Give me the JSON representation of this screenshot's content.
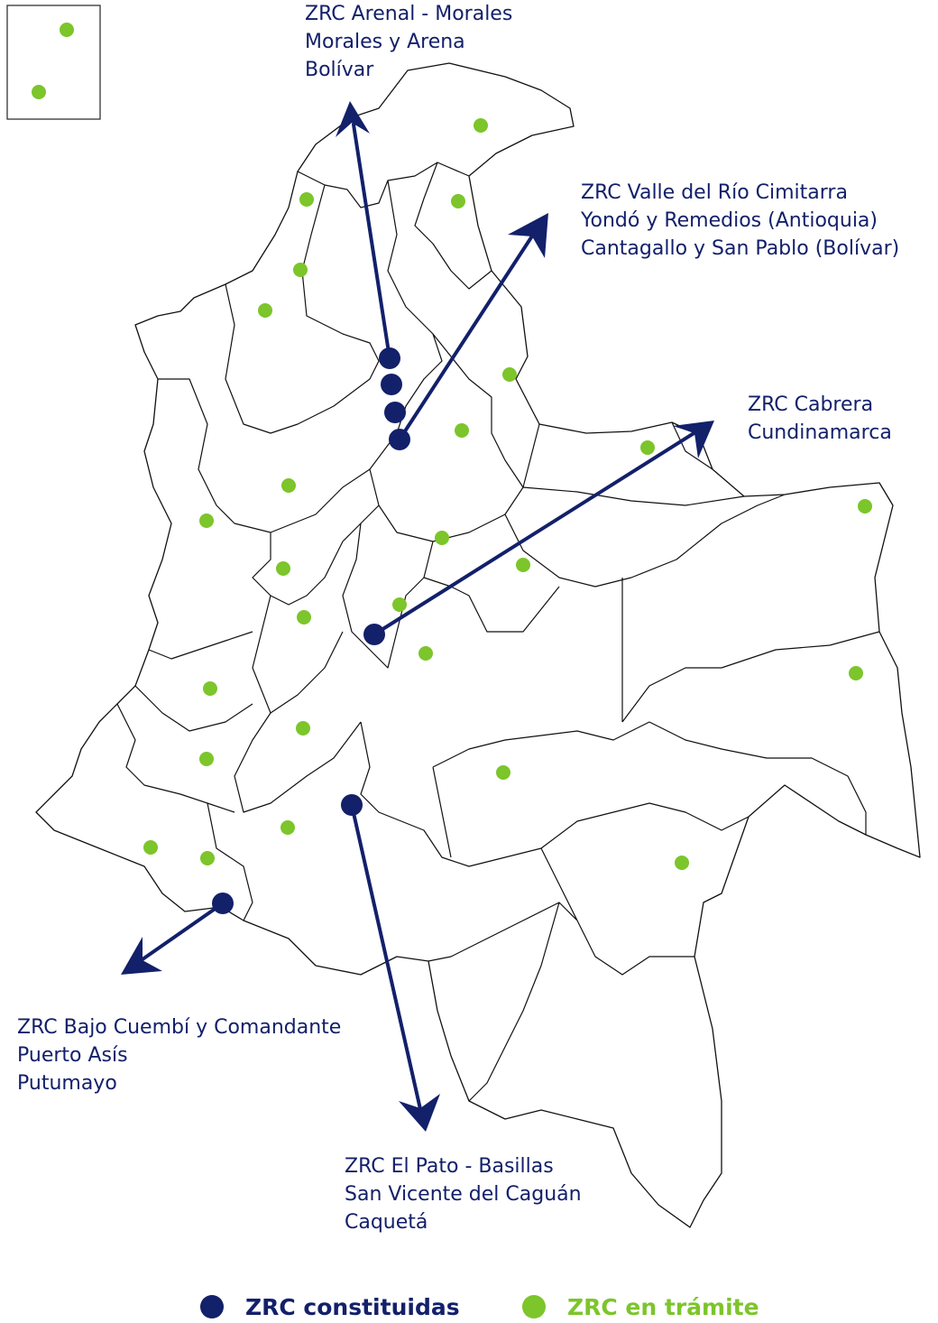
{
  "colors": {
    "constituted": "#13206a",
    "in_process": "#7cc52b",
    "label_text": "#13206a"
  },
  "labels": {
    "arenal": [
      "ZRC Arenal - Morales",
      "Morales y Arena",
      "Bolívar"
    ],
    "cimitarra": [
      "ZRC Valle del Río Cimitarra",
      "Yondó y Remedios (Antioquia)",
      "Cantagallo y San Pablo (Bolívar)"
    ],
    "cabrera": [
      "ZRC Cabrera",
      "Cundinamarca"
    ],
    "cuembi": [
      "ZRC Bajo Cuembí y Comandante",
      "Puerto Asís",
      "Putumayo"
    ],
    "pato": [
      "ZRC El Pato - Basillas",
      "San Vicente del Caguán",
      "Caquetá"
    ]
  },
  "legend": {
    "constituted": "ZRC constituidas",
    "in_process": "ZRC en trámite"
  }
}
